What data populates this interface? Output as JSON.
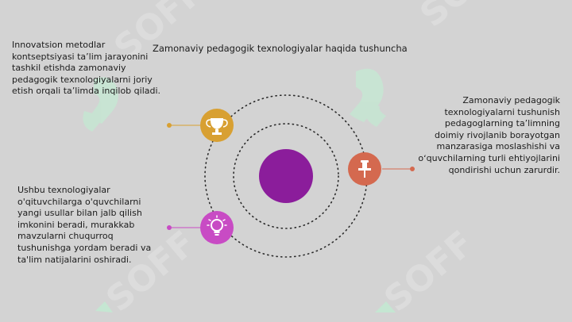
{
  "title": "Zamonaviy pedagogik texnologiyalar haqida tushuncha",
  "items": [
    {
      "text": "Innovatsion metodlar kontseptsiyasi taʼlim jarayonini tashkil etishda zamonaviy pedagogik texnologiyalarni joriy etish orqali taʼlimda inqilob qiladi.",
      "icon": "trophy-icon",
      "color": "#d8a032"
    },
    {
      "text": "Zamonaviy pedagogik texnologiyalarni tushunish pedagoglarning taʼlimning doimiy rivojlanib borayotgan manzarasiga moslashishi va oʻquvchilarning turli ehtiyojlarini qondirishi uchun zarurdir.",
      "icon": "pushpin-icon",
      "color": "#d4694f"
    },
    {
      "text": "Ushbu texnologiyalar o'qituvchilarga o'quvchilarni yangi usullar bilan jalb qilish imkonini beradi, murakkab mavzularni chuqurroq tushunishga yordam beradi va ta'lim natijalarini oshiradi.",
      "icon": "lightbulb-icon",
      "color": "#c84bc4"
    }
  ],
  "center_color": "#8b1d9b",
  "watermark": {
    "text": "SOFF",
    "icon": "logo-mark-icon",
    "color": "#c8e8d8"
  }
}
